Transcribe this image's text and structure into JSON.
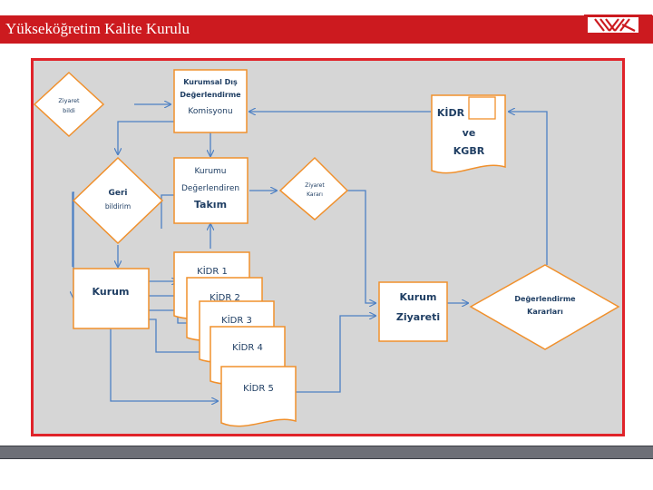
{
  "header": {
    "title": "Yükseköğretim Kalite Kurulu"
  },
  "colors": {
    "accent_red": "#cc1a1f",
    "box_border": "#f0902c",
    "arrow_blue": "#4d80c4",
    "canvas_gray": "#d6d6d6",
    "text_dark": "#1f3e63"
  },
  "diagram": {
    "commission": {
      "lines": [
        "Kurumsal Dış",
        "Değerlendirme",
        "Komisyonu"
      ]
    },
    "team": {
      "lines": [
        "Kurumu",
        "Değerlendiren",
        "Takım"
      ]
    },
    "kidr_kgbr": {
      "lines": [
        "KİDR",
        "ve",
        "KGBR"
      ]
    },
    "visit_notice": {
      "lines": [
        "Ziyaret",
        "bildi"
      ]
    },
    "feedback": {
      "lines": [
        "Geri",
        "bildirim"
      ]
    },
    "visit_decision": {
      "lines": [
        "Ziyaret",
        "Kararı"
      ]
    },
    "institution": {
      "label": "Kurum"
    },
    "institution_visit": {
      "lines": [
        "Kurum",
        "Ziyareti"
      ]
    },
    "evaluation_decisions": {
      "lines": [
        "Değerlendirme",
        "Kararları"
      ]
    },
    "kidr_docs": [
      "KİDR 1",
      "KİDR 2",
      "KİDR 3",
      "KİDR 4",
      "KİDR 5"
    ]
  }
}
